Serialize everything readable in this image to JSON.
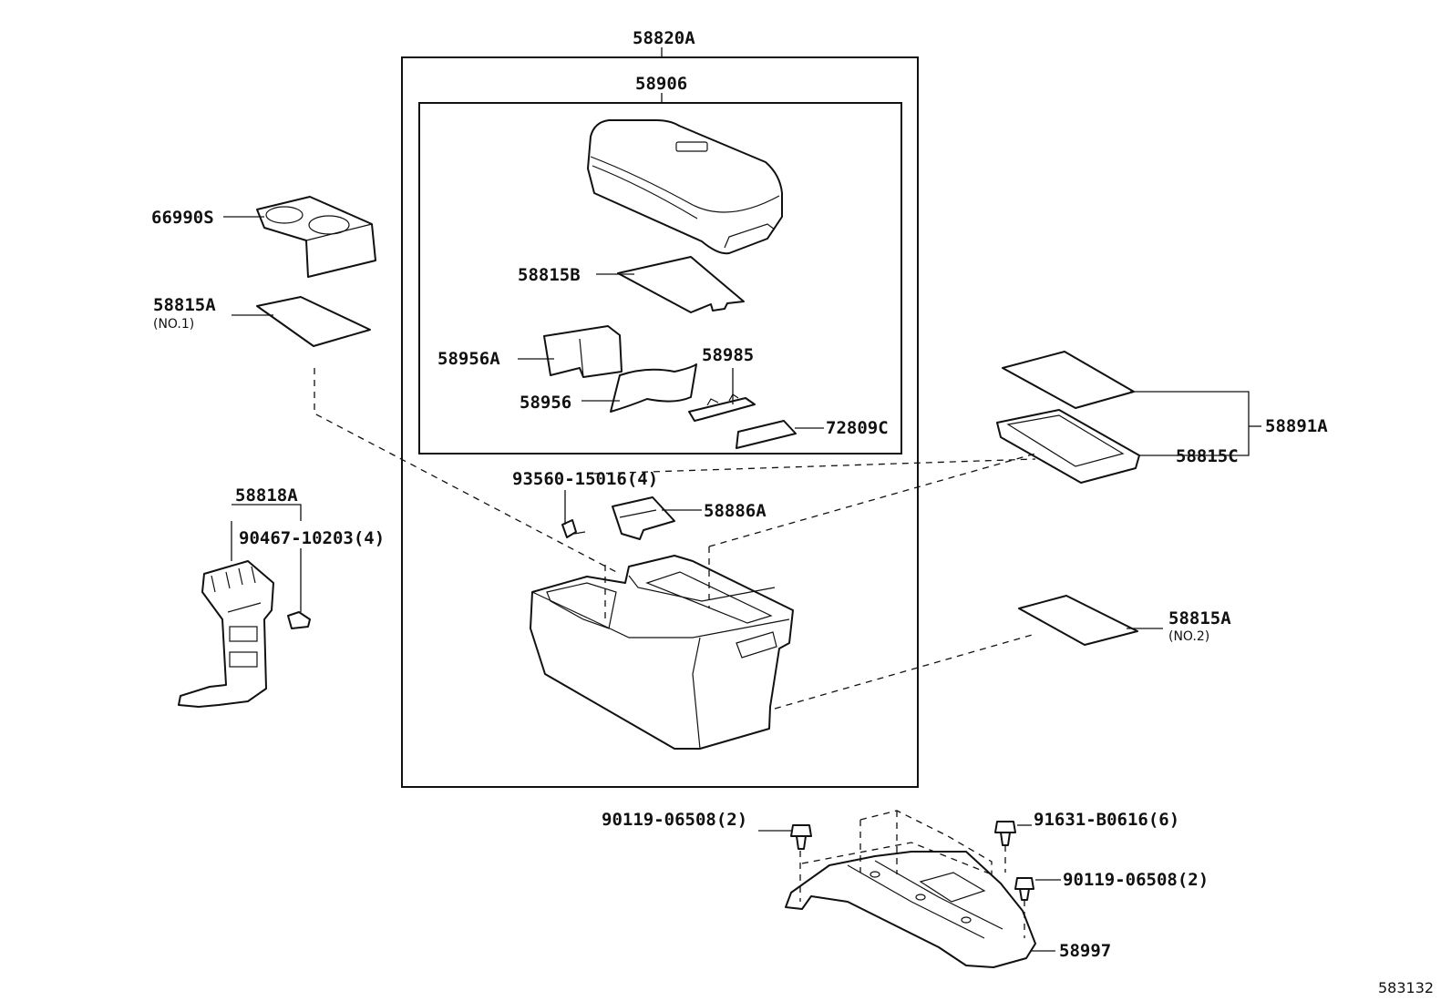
{
  "labels": {
    "assembly": "58820A",
    "lid": "58906",
    "pad_b": "58815B",
    "insert_a": "58956A",
    "insert": "58956",
    "clip": "58985",
    "latch": "72809C",
    "cupholder": "66990S",
    "pad_a1": "58815A",
    "pad_a1_note": "(NO.1)",
    "screw": "93560-15016(4)",
    "hinge": "58886A",
    "bracket": "58818A",
    "bracket_clip": "90467-10203(4)",
    "tray_set": "58891A",
    "tray": "58815C",
    "pad_a2": "58815A",
    "pad_a2_note": "(NO.2)",
    "bolt_left": "90119-06508(2)",
    "bolt_top": "91631-B0616(6)",
    "bolt_right": "90119-06508(2)",
    "base": "58997",
    "figure_id": "583132"
  }
}
